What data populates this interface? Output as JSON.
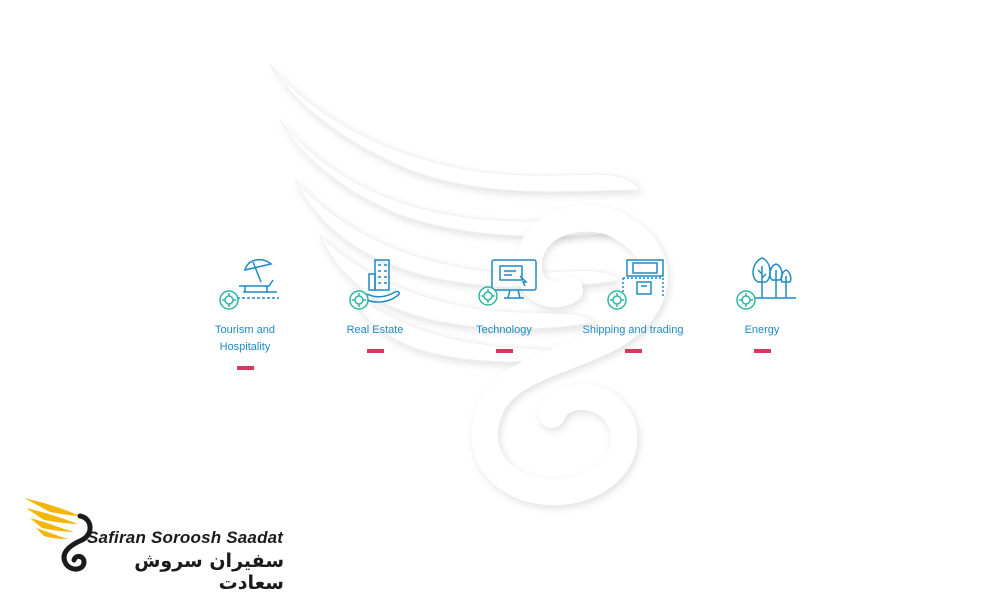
{
  "sectors": [
    {
      "label": "Tourism and Hospitality",
      "icon": "beach-umbrella-icon"
    },
    {
      "label": "Real Estate",
      "icon": "building-hand-icon"
    },
    {
      "label": "Technology",
      "icon": "computer-monitor-icon"
    },
    {
      "label": "Shipping and trading",
      "icon": "cargo-shipping-icon"
    },
    {
      "label": "Energy",
      "icon": "trees-icon"
    }
  ],
  "brand": {
    "name_latin": "Safiran Soroosh Saadat",
    "name_persian": "سفیران سروش سعادت"
  },
  "colors": {
    "icon_blue": "#1e8bc3",
    "badge_teal": "#2fb6a4",
    "accent_red": "#d43a5e",
    "logo_yellow": "#f2b705",
    "logo_dark": "#1b1b1b"
  }
}
